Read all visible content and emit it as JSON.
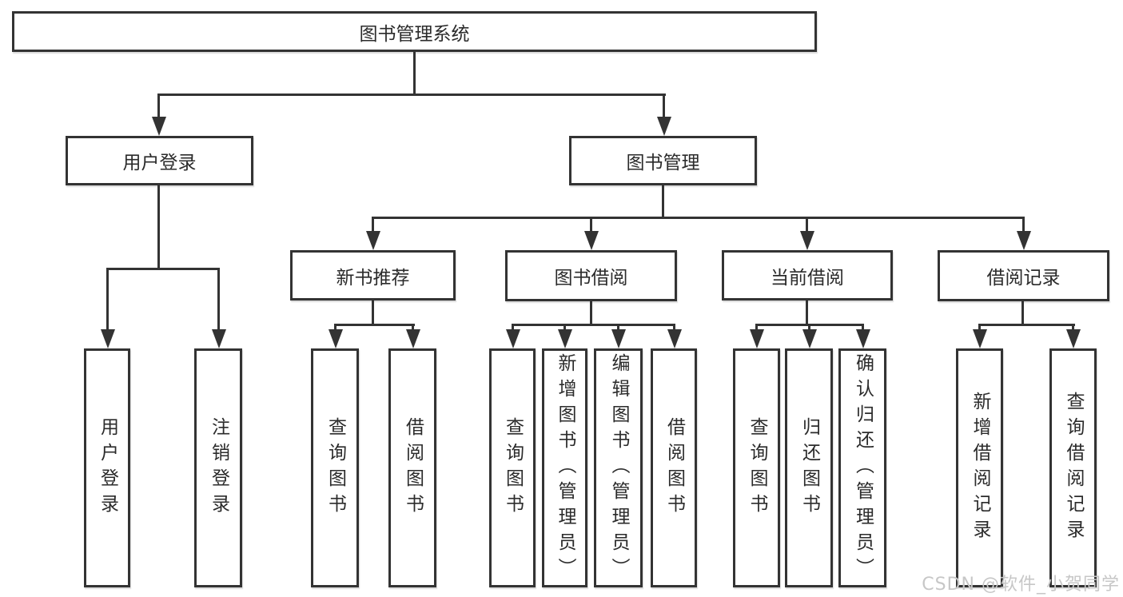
{
  "diagram": {
    "root": {
      "label": "图书管理系统"
    },
    "level2": [
      {
        "label": "用户登录"
      },
      {
        "label": "图书管理"
      }
    ],
    "level3": [
      {
        "label": "新书推荐"
      },
      {
        "label": "图书借阅"
      },
      {
        "label": "当前借阅"
      },
      {
        "label": "借阅记录"
      }
    ],
    "leaves": {
      "user_login": [
        "用户登录",
        "注销登录"
      ],
      "new_book": [
        "查询图书",
        "借阅图书"
      ],
      "borrow": [
        "查询图书",
        "新增图书（管理员）",
        "编辑图书（管理员）",
        "借阅图书"
      ],
      "current": [
        "查询图书",
        "归还图书",
        "确认归还（管理员）"
      ],
      "records": [
        "新增借阅记录",
        "查询借阅记录"
      ]
    }
  },
  "watermark": {
    "text": "CSDN @软件_小贺同学"
  },
  "colors": {
    "line": "#333333",
    "text": "#2b2b2b",
    "watermark": "#c7c7c7"
  }
}
